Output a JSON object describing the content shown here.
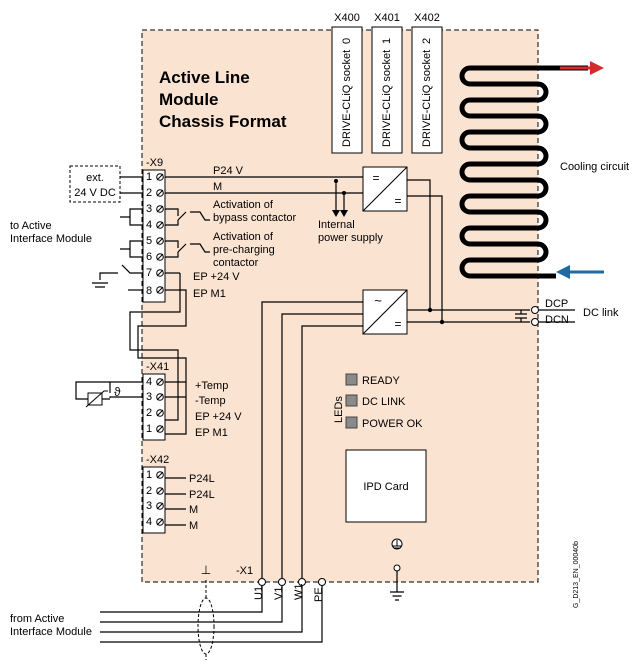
{
  "module_title": [
    "Active Line",
    "Module",
    "Chassis Format"
  ],
  "sockets": [
    {
      "connector": "X400",
      "label": "DRIVE-CLiQ socket",
      "index": "0"
    },
    {
      "connector": "X401",
      "label": "DRIVE-CLiQ socket",
      "index": "1"
    },
    {
      "connector": "X402",
      "label": "DRIVE-CLiQ socket",
      "index": "2"
    }
  ],
  "cooling_label": "Cooling circuit",
  "x9": {
    "name": "-X9",
    "pins": [
      "1",
      "2",
      "3",
      "4",
      "5",
      "6",
      "7",
      "8"
    ],
    "ext_supply": [
      "ext.",
      "24 V DC"
    ],
    "signals": {
      "p24v": "P24 V",
      "m": "M",
      "bypass": [
        "Activation of",
        "bypass contactor"
      ],
      "precharge": [
        "Activation of",
        "pre-charging",
        "contactor"
      ],
      "ep24": "EP +24 V",
      "epm1": "EP M1"
    }
  },
  "active_interface_label": [
    "to Active",
    "Interface Module"
  ],
  "internal_supply": [
    "Internal",
    "power supply"
  ],
  "converter_symbols": {
    "dc_dc_top": "=",
    "dc_dc_bottom": "=",
    "ac_dc_top": "~",
    "ac_dc_bottom": "="
  },
  "dc_link": {
    "dcp": "DCP",
    "dcn": "DCN",
    "label": "DC link"
  },
  "x41": {
    "name": "-X41",
    "pins": [
      "4",
      "3",
      "2",
      "1"
    ],
    "signals": [
      "+Temp",
      "-Temp",
      "EP +24 V",
      "EP M1"
    ],
    "theta": "ϑ"
  },
  "leds": {
    "label": "LEDs",
    "items": [
      "READY",
      "DC LINK",
      "POWER OK"
    ]
  },
  "ipd_card": "IPD Card",
  "x42": {
    "name": "-X42",
    "pins": [
      "1",
      "2",
      "3",
      "4"
    ],
    "signals": [
      "P24L",
      "P24L",
      "M",
      "M"
    ]
  },
  "x1": {
    "name": "-X1",
    "terminals": [
      "U1",
      "V1",
      "W1",
      "PE"
    ]
  },
  "ground_symbol": "⊥",
  "from_label": [
    "from Active",
    "Interface Module"
  ],
  "doc_id": "G_D213_EN_00040b",
  "colors": {
    "module_fill": "#fbe3d2",
    "arrow_out": "#d42a2a",
    "arrow_in": "#1f6aa0",
    "led_fill": "#8a8a8a"
  }
}
